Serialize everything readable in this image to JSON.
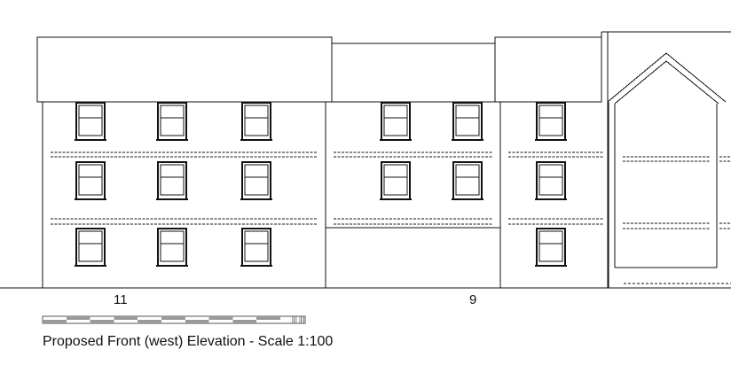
{
  "drawing": {
    "unit_labels": [
      "11",
      "9"
    ],
    "caption": "Proposed Front (west) Elevation - Scale 1:100",
    "line_color": "#111111",
    "scale_bar_fill": "#9a9a9a"
  }
}
